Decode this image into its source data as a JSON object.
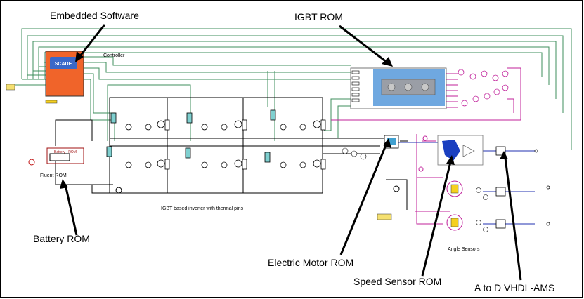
{
  "callouts": {
    "embedded_software": "Embedded Software",
    "igbt_rom": "IGBT ROM",
    "battery_rom": "Battery ROM",
    "electric_motor_rom": "Electric Motor ROM",
    "speed_sensor_rom": "Speed Sensor ROM",
    "a_to_d": "A to D VHDL-AMS"
  },
  "labels": {
    "controller": "Controller",
    "scade": "SCADE",
    "fluent_rom": "Fluent ROM",
    "battery_block": "Battery - ROM",
    "inverter": "IGBT based inverter with thermal pins",
    "angle_sensors": "Angle Sensors"
  },
  "colors": {
    "green_wire": "#3f8f5c",
    "magenta_wire": "#c0209a",
    "blue_wire": "#2030b0",
    "controller_fill": "#f0642a",
    "scade_fill": "#3a68c8",
    "igbt_fill": "#6fa8e0",
    "teal_block": "#7fd0d0"
  }
}
